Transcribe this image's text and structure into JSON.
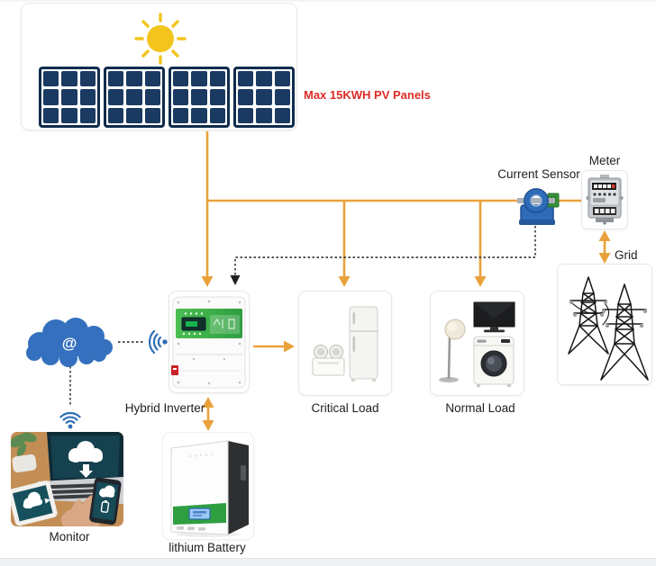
{
  "diagram": {
    "pv_array": {
      "note": "Max 15KWH PV Panels",
      "panel_count": 4
    },
    "current_sensor": {
      "label": "Current Sensor"
    },
    "meter": {
      "label": "Meter"
    },
    "grid": {
      "label": "Grid"
    },
    "hybrid_inverter": {
      "label": "Hybrid Inverter"
    },
    "critical_load": {
      "label": "Critical Load"
    },
    "normal_load": {
      "label": "Normal Load"
    },
    "cloud": {
      "symbol": "@"
    },
    "monitor": {
      "label": "Monitor"
    },
    "lithium_battery": {
      "label": "lithium Battery"
    }
  },
  "colors": {
    "wire_orange": "#e9a23b",
    "dotted_black": "#1f1f1f",
    "note_red": "#db2b27",
    "pv_cell_navy": "#1a3a61",
    "sun_yellow": "#f2c41d",
    "cloud_blue": "#3470be",
    "wifi_blue": "#2f6eb5",
    "sensor_blue": "#2e6cb8",
    "inverter_green": "#3db14a",
    "battery_green": "#2f9e41"
  }
}
